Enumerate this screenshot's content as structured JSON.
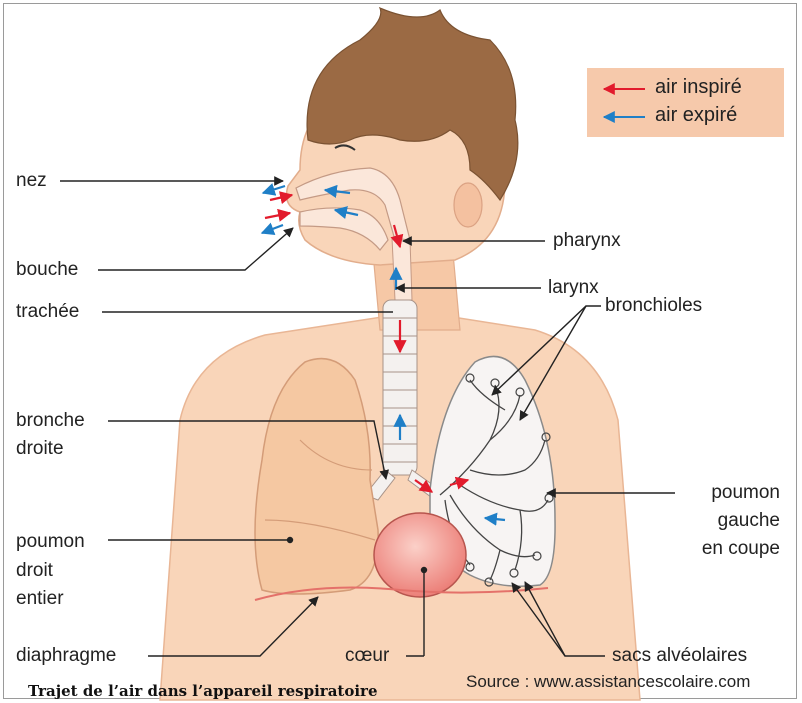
{
  "legend": {
    "inspired": "air inspiré",
    "expired": "air expiré",
    "inspired_color": "#e21b2c",
    "expired_color": "#1f7fc7"
  },
  "labels": {
    "nez": "nez",
    "bouche": "bouche",
    "trachee": "trachée",
    "bronche_line1": "bronche",
    "bronche_line2": "droite",
    "poumon_droit_line1": "poumon",
    "poumon_droit_line2": "droit",
    "poumon_droit_line3": "entier",
    "diaphragme": "diaphragme",
    "coeur": "cœur",
    "pharynx": "pharynx",
    "larynx": "larynx",
    "bronchioles": "bronchioles",
    "poumon_gauche_line1": "poumon",
    "poumon_gauche_line2": "gauche",
    "poumon_gauche_line3": "en coupe",
    "sacs": "sacs alvéolaires"
  },
  "caption": "Trajet de l’air dans l’appareil respiratoire",
  "source": "Source : www.assistancescolaire.com",
  "colors": {
    "skin": "#f9d5b9",
    "skin_dark": "#e9b695",
    "hair": "#9b6a44",
    "lung": "#f5c8a2",
    "heart": "#f08d86",
    "legend_bg": "#f6c9ab"
  }
}
